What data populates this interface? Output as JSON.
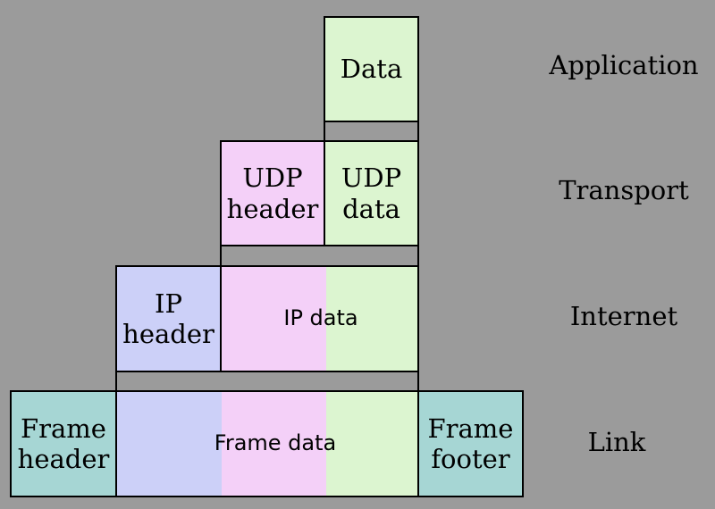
{
  "application": {
    "data_label": "Data",
    "layer": "Application"
  },
  "transport": {
    "header_label": "UDP\nheader",
    "data_label": "UDP\ndata",
    "layer": "Transport"
  },
  "internet": {
    "header_label": "IP\nheader",
    "data_label": "IP data",
    "layer": "Internet"
  },
  "link": {
    "header_label": "Frame\nheader",
    "data_label": "Frame data",
    "footer_label": "Frame\nfooter",
    "layer": "Link"
  },
  "colors": {
    "background": "#9b9b9b",
    "application_data": "#dcf5d0",
    "transport_header": "#f4d0f8",
    "internet_header": "#ccd0f8",
    "link_header_footer": "#a6d6d4"
  }
}
